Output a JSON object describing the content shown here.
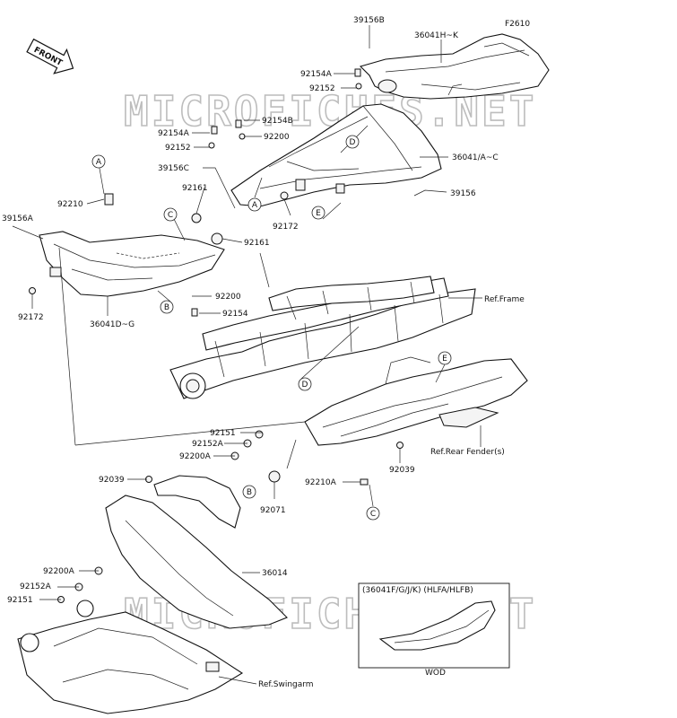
{
  "diagram_code": "F2610",
  "front_label": "FRONT",
  "watermark": "MICROFICHES.NET",
  "parts": {
    "p39156B": "39156B",
    "p36041HK": "36041H~K",
    "p92154A_top": "92154A",
    "p92152_top": "92152",
    "p92154B": "92154B",
    "p92154A_mid": "92154A",
    "p92200_top": "92200",
    "p92152_mid": "92152",
    "p36041AC": "36041/A~C",
    "p39156C": "39156C",
    "p39156_right": "39156",
    "p92161_a": "92161",
    "p92210": "92210",
    "p92172_mid": "92172",
    "p39156A": "39156A",
    "p92161_b": "92161",
    "p92200_mid": "92200",
    "p92154_mid": "92154",
    "p92172_left": "92172",
    "p36041DG": "36041D~G",
    "ref_frame": "Ref.Frame",
    "p92151_mid": "92151",
    "p92152A_mid": "92152A",
    "p92200A_mid": "92200A",
    "p92039_right": "92039",
    "ref_rear_fender": "Ref.Rear Fender(s)",
    "p92039_left": "92039",
    "p92210A": "92210A",
    "p92071": "92071",
    "p36014": "36014",
    "p92200A_low": "92200A",
    "p92152A_low": "92152A",
    "p92151_low": "92151",
    "ref_swingarm": "Ref.Swingarm"
  },
  "markers": {
    "A1": "A",
    "A2": "A",
    "B1": "B",
    "B2": "B",
    "C1": "C",
    "C2": "C",
    "D1": "D",
    "D2": "D",
    "E1": "E",
    "E2": "E"
  },
  "inset": {
    "title": "(36041F/G/J/K) (HLFA/HLFB)",
    "code": "WOD"
  }
}
